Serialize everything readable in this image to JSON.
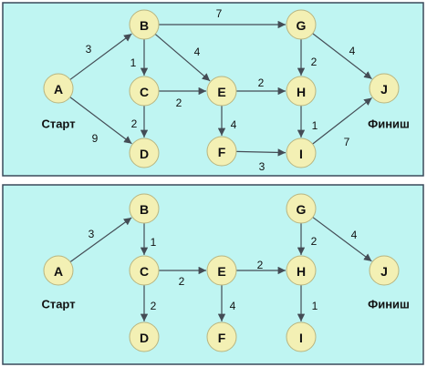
{
  "labels": {
    "start": "Старт",
    "finish": "Финиш"
  },
  "colors": {
    "panel": "#bff5f2",
    "node": "#f3f0b4",
    "edge": "#444c55"
  },
  "graphs": [
    {
      "id": "full",
      "nodes": [
        {
          "id": "A",
          "label": "A"
        },
        {
          "id": "B",
          "label": "B"
        },
        {
          "id": "C",
          "label": "C"
        },
        {
          "id": "D",
          "label": "D"
        },
        {
          "id": "E",
          "label": "E"
        },
        {
          "id": "F",
          "label": "F"
        },
        {
          "id": "G",
          "label": "G"
        },
        {
          "id": "H",
          "label": "H"
        },
        {
          "id": "I",
          "label": "I"
        },
        {
          "id": "J",
          "label": "J"
        }
      ],
      "edges": [
        {
          "from": "A",
          "to": "B",
          "weight": "3"
        },
        {
          "from": "A",
          "to": "D",
          "weight": "9"
        },
        {
          "from": "B",
          "to": "C",
          "weight": "1"
        },
        {
          "from": "B",
          "to": "E",
          "weight": "4"
        },
        {
          "from": "B",
          "to": "G",
          "weight": "7"
        },
        {
          "from": "C",
          "to": "D",
          "weight": "2"
        },
        {
          "from": "C",
          "to": "E",
          "weight": "2"
        },
        {
          "from": "E",
          "to": "H",
          "weight": "2"
        },
        {
          "from": "E",
          "to": "F",
          "weight": "4"
        },
        {
          "from": "F",
          "to": "I",
          "weight": "3"
        },
        {
          "from": "G",
          "to": "H",
          "weight": "2"
        },
        {
          "from": "G",
          "to": "J",
          "weight": "4"
        },
        {
          "from": "H",
          "to": "I",
          "weight": "1"
        },
        {
          "from": "I",
          "to": "J",
          "weight": "7"
        }
      ]
    },
    {
      "id": "tree",
      "nodes": [
        {
          "id": "A",
          "label": "A"
        },
        {
          "id": "B",
          "label": "B"
        },
        {
          "id": "C",
          "label": "C"
        },
        {
          "id": "D",
          "label": "D"
        },
        {
          "id": "E",
          "label": "E"
        },
        {
          "id": "F",
          "label": "F"
        },
        {
          "id": "G",
          "label": "G"
        },
        {
          "id": "H",
          "label": "H"
        },
        {
          "id": "I",
          "label": "I"
        },
        {
          "id": "J",
          "label": "J"
        }
      ],
      "edges": [
        {
          "from": "A",
          "to": "B",
          "weight": "3"
        },
        {
          "from": "B",
          "to": "C",
          "weight": "1"
        },
        {
          "from": "C",
          "to": "D",
          "weight": "2"
        },
        {
          "from": "C",
          "to": "E",
          "weight": "2"
        },
        {
          "from": "E",
          "to": "F",
          "weight": "4"
        },
        {
          "from": "E",
          "to": "H",
          "weight": "2"
        },
        {
          "from": "G",
          "to": "H",
          "weight": "2"
        },
        {
          "from": "G",
          "to": "J",
          "weight": "4"
        },
        {
          "from": "H",
          "to": "I",
          "weight": "1"
        }
      ]
    }
  ]
}
